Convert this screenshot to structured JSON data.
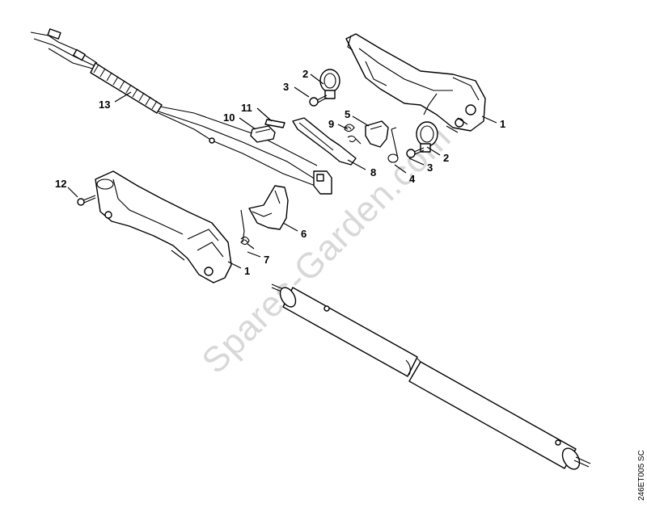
{
  "diagram": {
    "watermark": "Spares-Garden.com",
    "drawing_code": "246ET005 SC",
    "callouts": [
      "13",
      "3",
      "2",
      "11",
      "10",
      "5",
      "9",
      "8",
      "4",
      "3",
      "2",
      "1",
      "12",
      "6",
      "7",
      "1"
    ]
  }
}
